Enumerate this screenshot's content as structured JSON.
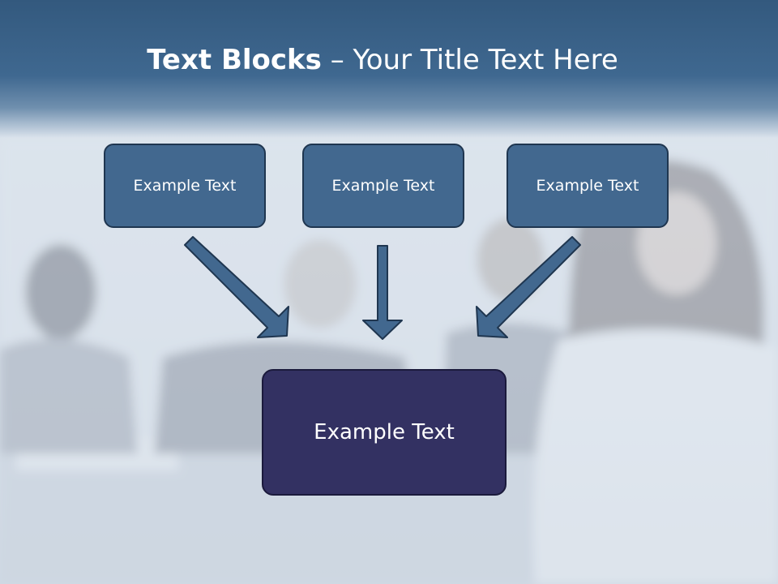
{
  "slide": {
    "title_bold": "Text Blocks",
    "title_rest": " – Your Title Text Here",
    "boxes": [
      "Example Text",
      "Example Text",
      "Example Text"
    ],
    "center_box": "Example Text"
  },
  "colors": {
    "title_band": "#3f6890",
    "box_fill": "#42688f",
    "center_fill": "#333162",
    "arrow_fill": "#42688f",
    "arrow_stroke": "#1f3650"
  }
}
